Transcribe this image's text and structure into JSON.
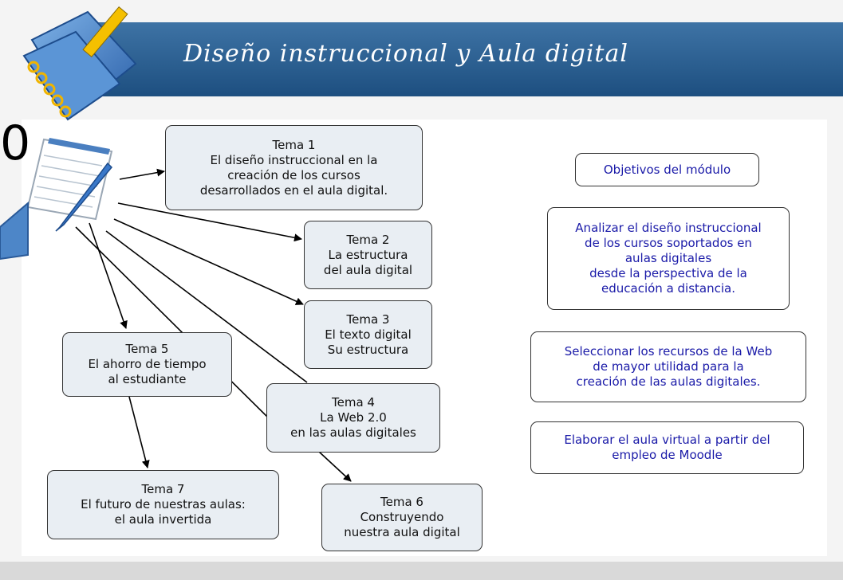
{
  "header": {
    "title": "Diseño instruccional y Aula digital",
    "corner_text": "0"
  },
  "topics": [
    {
      "lines": [
        "Tema 1",
        "El diseño instruccional en la",
        "creación de los cursos",
        "desarrollados en el aula digital."
      ]
    },
    {
      "lines": [
        "Tema 2",
        "La estructura",
        "del aula digital"
      ]
    },
    {
      "lines": [
        "Tema 3",
        "El texto digital",
        "Su estructura"
      ]
    },
    {
      "lines": [
        "Tema 4",
        "La Web 2.0",
        "en las aulas digitales"
      ]
    },
    {
      "lines": [
        "Tema 5",
        "El ahorro de tiempo",
        "al estudiante"
      ]
    },
    {
      "lines": [
        "Tema 6",
        "Construyendo",
        "nuestra aula digital"
      ]
    },
    {
      "lines": [
        "Tema 7",
        "El futuro de nuestras aulas:",
        "el aula invertida"
      ]
    }
  ],
  "objectives": {
    "header": "Objetivos del módulo",
    "items": [
      {
        "lines": [
          "Analizar el diseño instruccional",
          "de los cursos soportados en",
          "aulas digitales",
          "desde la perspectiva de la",
          "educación a distancia."
        ]
      },
      {
        "lines": [
          "Seleccionar los recursos de la Web",
          "de mayor utilidad para la",
          "creación de las aulas digitales."
        ]
      },
      {
        "lines": [
          "Elaborar el aula virtual a partir del",
          "empleo de Moodle"
        ]
      }
    ]
  },
  "colors": {
    "banner": "#2c5f91",
    "box_fill": "#e9eef3",
    "objective_text": "#1a1aa8"
  },
  "icons": [
    "folder-pencil-icon",
    "notepad-pen-icon",
    "blue-arrow-shape"
  ]
}
